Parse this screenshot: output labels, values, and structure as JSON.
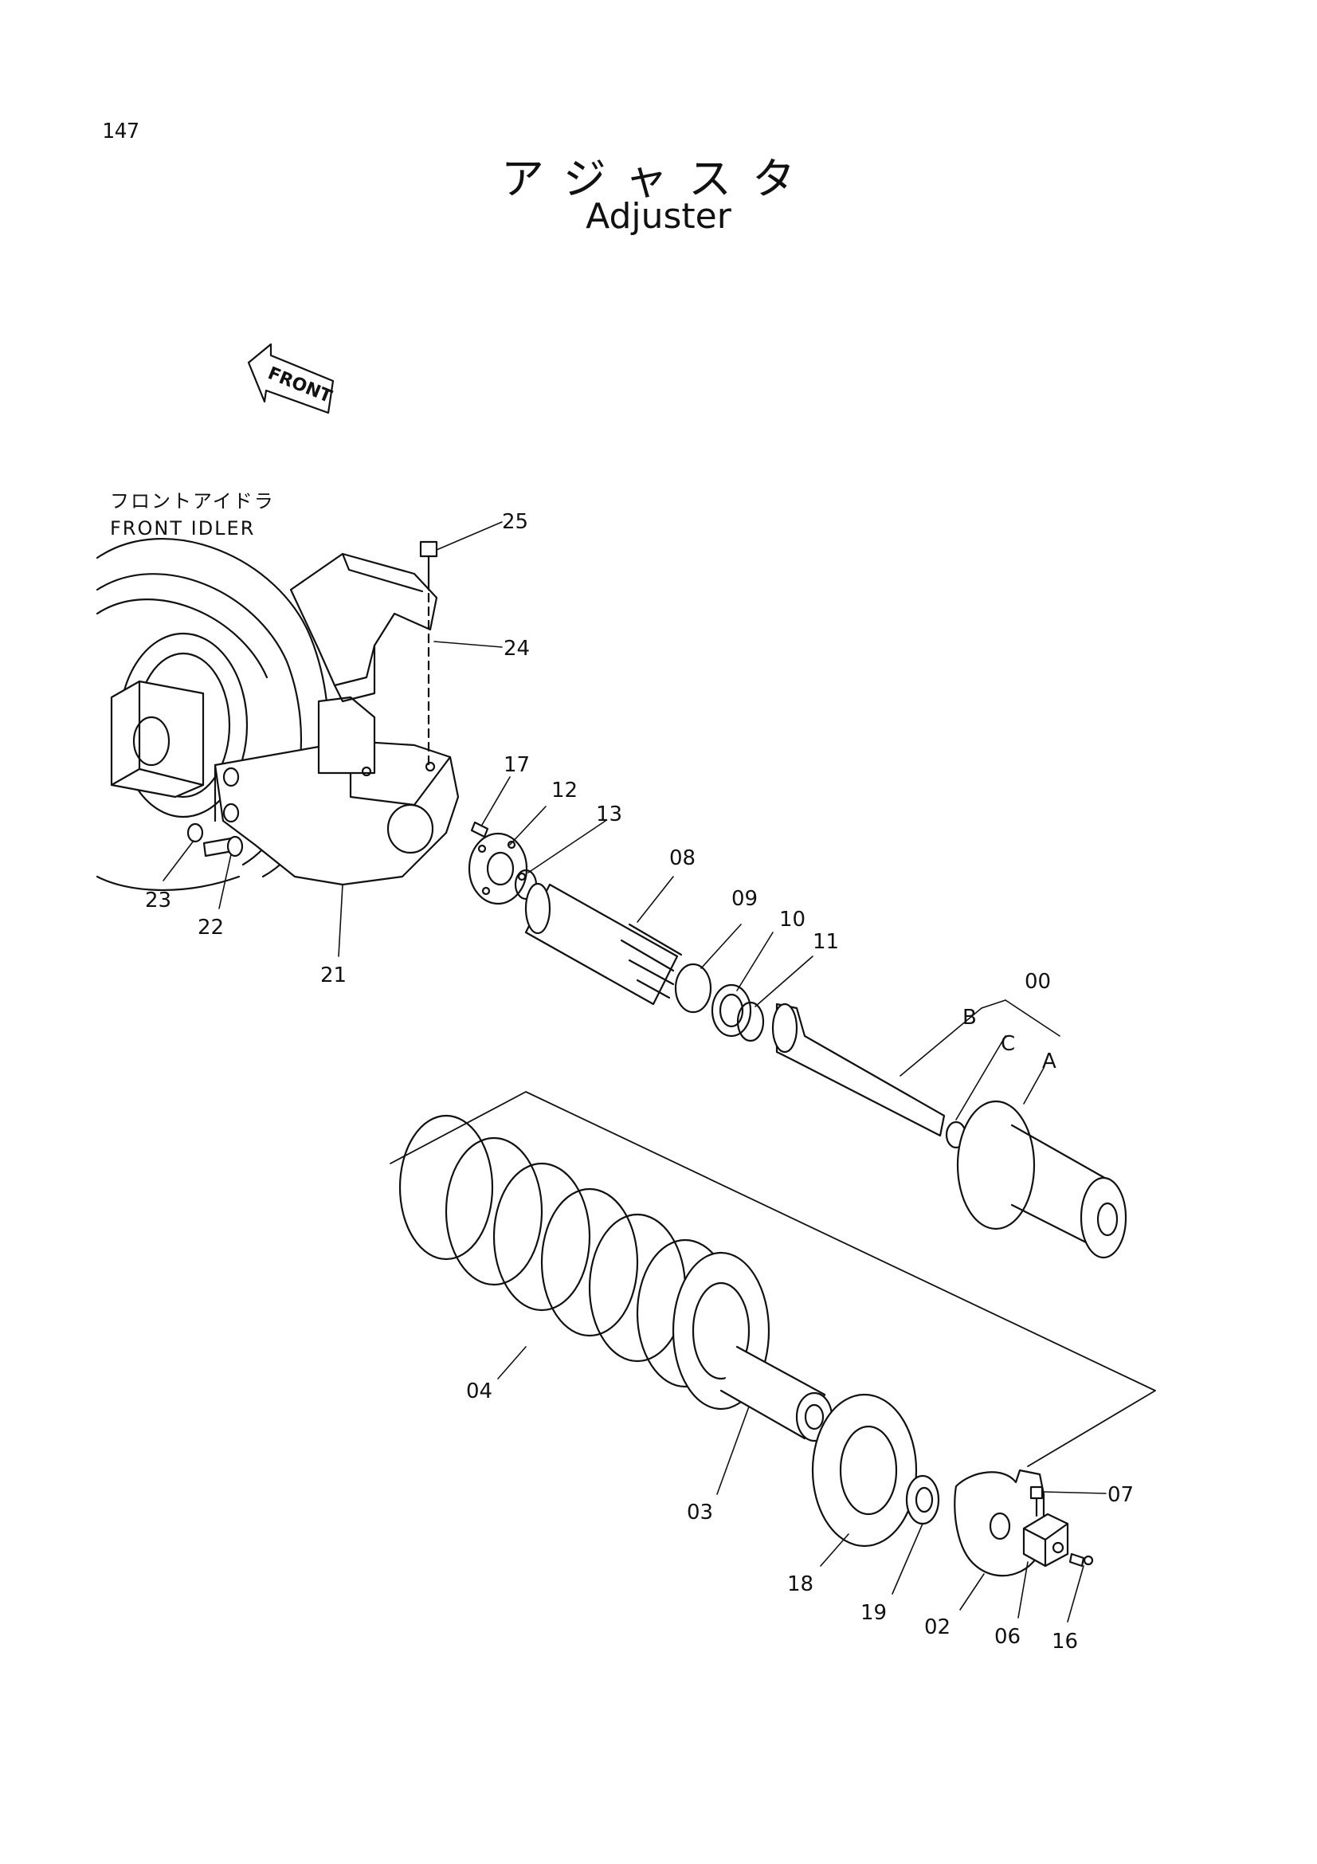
{
  "page_number": "147",
  "title_jp": "アジャスタ",
  "title_en": "Adjuster",
  "front_marker": "FRONT",
  "front_idler": {
    "jp": "フロントアイドラ",
    "en": "FRONT IDLER"
  },
  "part_labels": {
    "p25": "25",
    "p24": "24",
    "p17": "17",
    "p12": "12",
    "p13": "13",
    "p08": "08",
    "p09": "09",
    "p10": "10",
    "p11": "11",
    "p00": "00",
    "pB": "B",
    "pC": "C",
    "pA": "A",
    "p23": "23",
    "p22": "22",
    "p21": "21",
    "p04": "04",
    "p03": "03",
    "p18": "18",
    "p19": "19",
    "p02": "02",
    "p06": "06",
    "p16": "16",
    "p07": "07"
  }
}
